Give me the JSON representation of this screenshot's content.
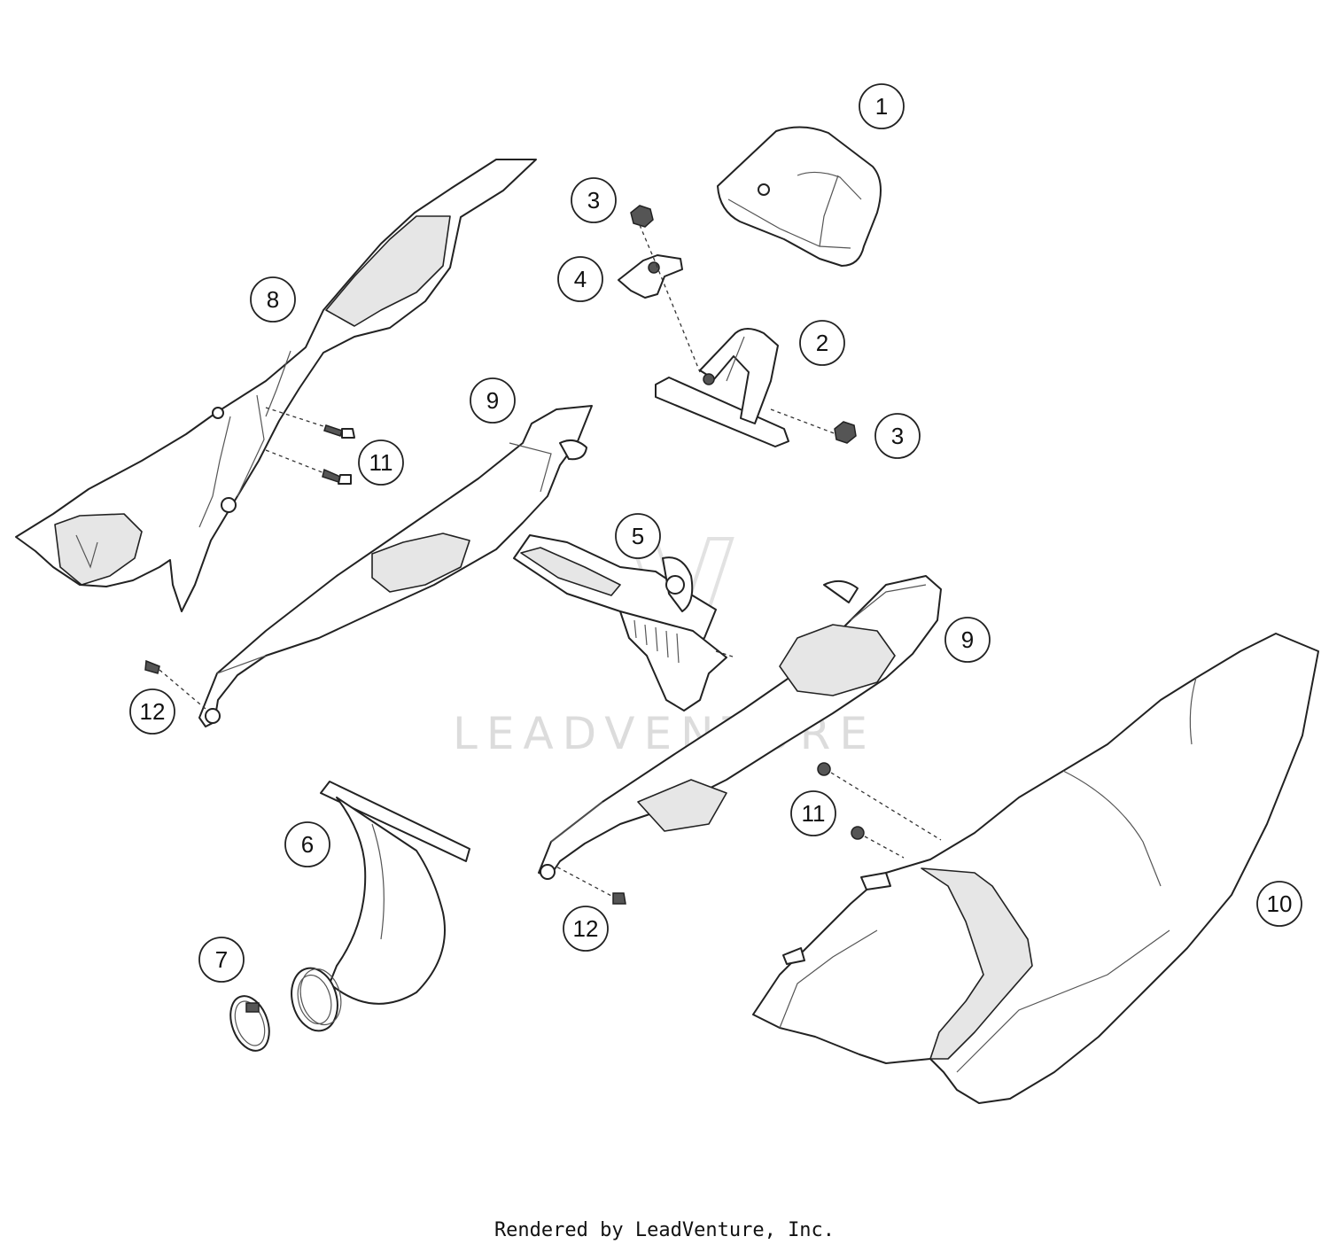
{
  "callouts": [
    {
      "label": "1"
    },
    {
      "label": "2"
    },
    {
      "label": "3"
    },
    {
      "label": "3"
    },
    {
      "label": "4"
    },
    {
      "label": "5"
    },
    {
      "label": "6"
    },
    {
      "label": "7"
    },
    {
      "label": "8"
    },
    {
      "label": "9"
    },
    {
      "label": "9"
    },
    {
      "label": "10"
    },
    {
      "label": "11"
    },
    {
      "label": "11"
    },
    {
      "label": "12"
    },
    {
      "label": "12"
    }
  ],
  "watermark": "LEADVENTURE",
  "footer": "Rendered by LeadVenture, Inc."
}
